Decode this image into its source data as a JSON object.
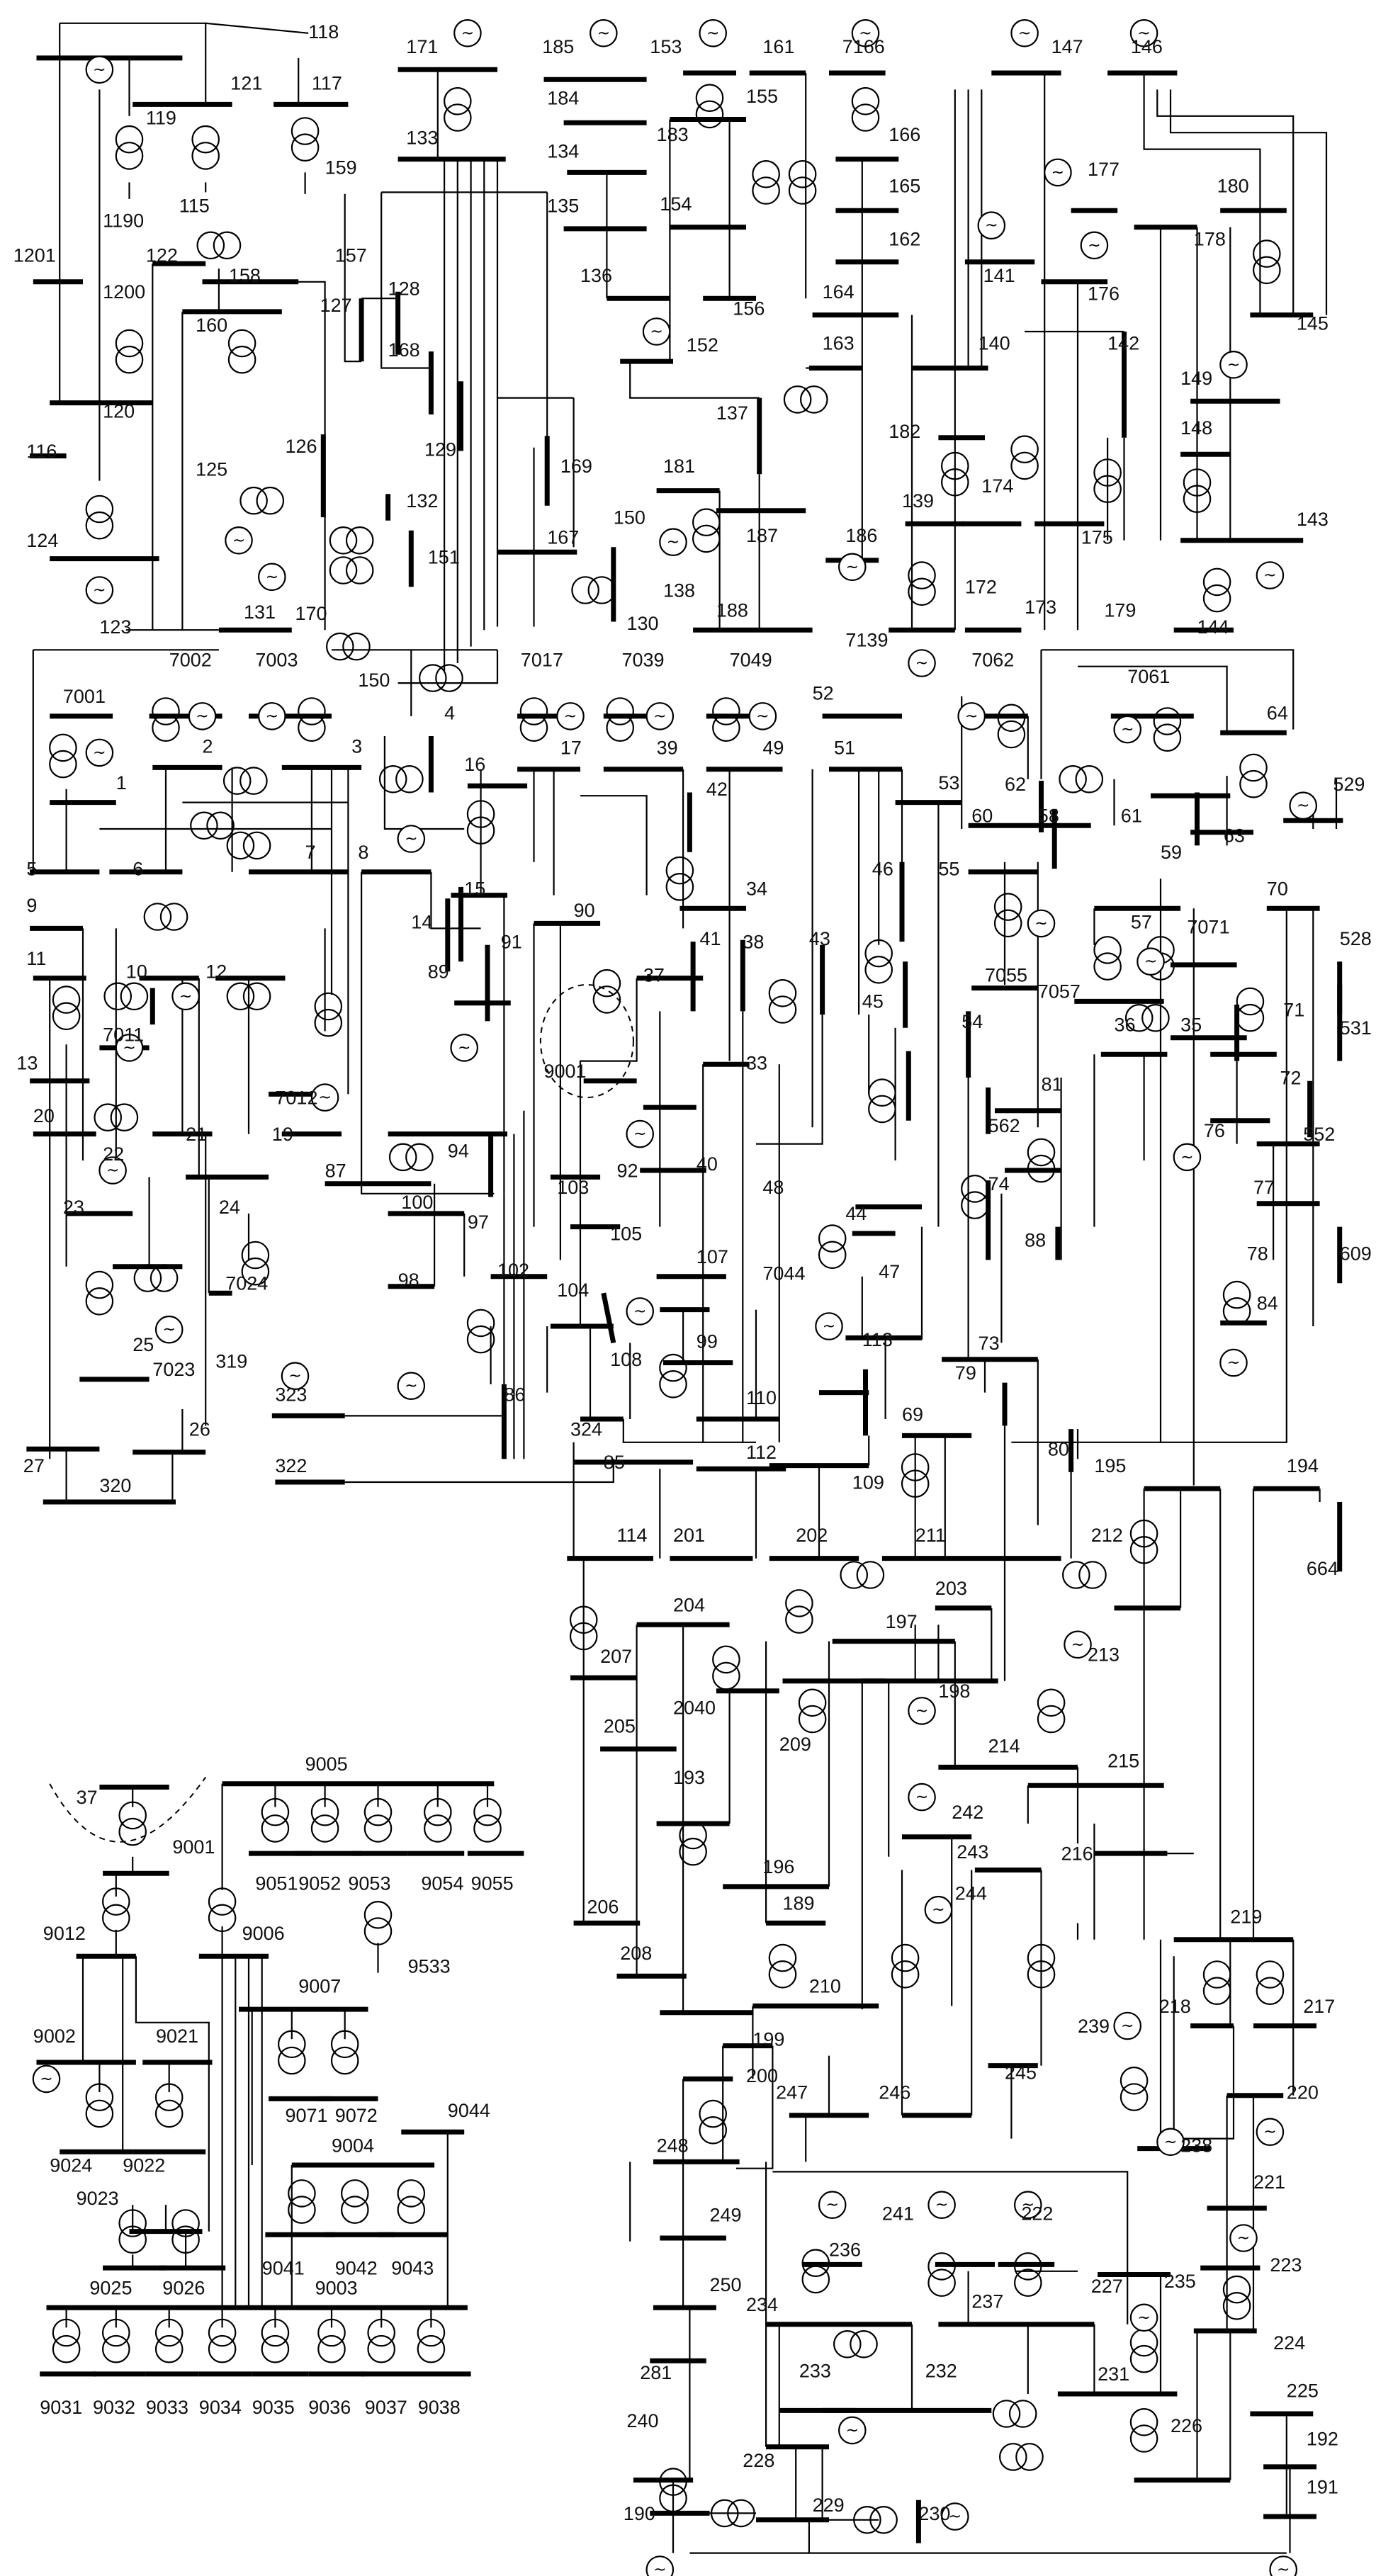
{
  "diagram": {
    "generator_glyph": "~",
    "labels_main": [
      "118",
      "121",
      "117",
      "119",
      "1190",
      "115",
      "159",
      "1201",
      "122",
      "157",
      "158",
      "1200",
      "160",
      "120",
      "116",
      "125",
      "124",
      "123",
      "171",
      "133",
      "127",
      "128",
      "168",
      "126",
      "129",
      "169",
      "132",
      "170",
      "151",
      "167",
      "185",
      "184",
      "134",
      "135",
      "136",
      "152",
      "153",
      "161",
      "183",
      "155",
      "154",
      "156",
      "7166",
      "166",
      "165",
      "162",
      "164",
      "163",
      "137",
      "181",
      "187",
      "138",
      "188",
      "150",
      "130",
      "186",
      "7139",
      "147",
      "146",
      "177",
      "180",
      "178",
      "141",
      "176",
      "145",
      "140",
      "182",
      "142",
      "149",
      "139",
      "174",
      "148",
      "175",
      "172",
      "173",
      "179",
      "143",
      "144",
      "131",
      "7001",
      "7002",
      "7003",
      "150",
      "7017",
      "7039",
      "7049",
      "52",
      "7062",
      "7061",
      "64",
      "1",
      "2",
      "3",
      "4",
      "16",
      "17",
      "39",
      "49",
      "51",
      "42",
      "53",
      "529",
      "62",
      "61",
      "63",
      "60",
      "58",
      "59",
      "5",
      "6",
      "7",
      "8",
      "9",
      "15",
      "90",
      "34",
      "46",
      "55",
      "57",
      "7071",
      "70",
      "528",
      "7055",
      "7057",
      "11",
      "10",
      "12",
      "14",
      "89",
      "91",
      "37",
      "41",
      "38",
      "43",
      "36",
      "35",
      "71",
      "531",
      "13",
      "7011",
      "7012",
      "9001",
      "33",
      "45",
      "54",
      "72",
      "81",
      "562",
      "552",
      "20",
      "21",
      "22",
      "19",
      "94",
      "87",
      "92",
      "40",
      "48",
      "76",
      "77",
      "23",
      "24",
      "100",
      "97",
      "103",
      "105",
      "107",
      "44",
      "74",
      "88",
      "78",
      "609",
      "7023",
      "7024",
      "25",
      "319",
      "98",
      "102",
      "104",
      "108",
      "99",
      "47",
      "7044",
      "113",
      "73",
      "84",
      "323",
      "86",
      "110",
      "79",
      "26",
      "27",
      "320",
      "324",
      "85",
      "112",
      "109",
      "69",
      "80",
      "195",
      "194",
      "322",
      "114",
      "201",
      "202",
      "211",
      "212",
      "664",
      "204",
      "197",
      "203",
      "213",
      "207",
      "2040",
      "205",
      "209",
      "198",
      "214",
      "215",
      "193",
      "196",
      "216",
      "242",
      "243",
      "244",
      "219",
      "189",
      "206",
      "208",
      "210",
      "218",
      "217",
      "199",
      "200",
      "239",
      "220",
      "247",
      "246",
      "245",
      "238",
      "248",
      "221",
      "249",
      "236",
      "241",
      "222",
      "223",
      "235",
      "227",
      "250",
      "234",
      "237",
      "224",
      "233",
      "232",
      "231",
      "225",
      "281",
      "226",
      "192",
      "240",
      "228",
      "191",
      "190",
      "229",
      "230"
    ],
    "labels_detail": [
      "37",
      "9001",
      "9005",
      "9051",
      "9052",
      "9053",
      "9054",
      "9055",
      "9012",
      "9006",
      "9533",
      "9007",
      "9002",
      "9021",
      "9071",
      "9072",
      "9044",
      "9004",
      "9024",
      "9022",
      "9023",
      "9041",
      "9042",
      "9043",
      "9025",
      "9026",
      "9003",
      "9031",
      "9032",
      "9033",
      "9034",
      "9035",
      "9036",
      "9037",
      "9038"
    ]
  }
}
